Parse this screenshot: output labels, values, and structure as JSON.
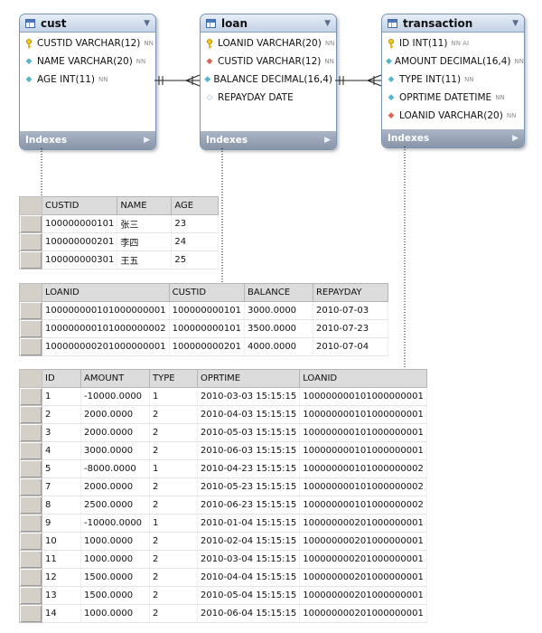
{
  "entities": {
    "cust": {
      "name": "cust",
      "columns": [
        {
          "icon": "primary-key",
          "name": "CUSTID VARCHAR(12)",
          "flag": "NN"
        },
        {
          "icon": "column",
          "name": "NAME VARCHAR(20)",
          "flag": "NN"
        },
        {
          "icon": "column",
          "name": "AGE INT(11)",
          "flag": "NN"
        }
      ],
      "footer": "Indexes"
    },
    "loan": {
      "name": "loan",
      "columns": [
        {
          "icon": "primary-key",
          "name": "LOANID VARCHAR(20)",
          "flag": "NN"
        },
        {
          "icon": "foreign-key",
          "name": "CUSTID VARCHAR(12)",
          "flag": "NN"
        },
        {
          "icon": "column",
          "name": "BALANCE DECIMAL(16,4)",
          "flag": ""
        },
        {
          "icon": "nullable-column",
          "name": "REPAYDAY DATE",
          "flag": ""
        }
      ],
      "footer": "Indexes"
    },
    "transaction": {
      "name": "transaction",
      "columns": [
        {
          "icon": "primary-key",
          "name": "ID INT(11)",
          "flag": "NN AI"
        },
        {
          "icon": "column",
          "name": "AMOUNT DECIMAL(16,4)",
          "flag": "NN"
        },
        {
          "icon": "column",
          "name": "TYPE INT(11)",
          "flag": "NN"
        },
        {
          "icon": "column",
          "name": "OPRTIME DATETIME",
          "flag": "NN"
        },
        {
          "icon": "foreign-key",
          "name": "LOANID VARCHAR(20)",
          "flag": "NN"
        }
      ],
      "footer": "Indexes"
    }
  },
  "tables": {
    "cust": {
      "headers": [
        "CUSTID",
        "NAME",
        "AGE"
      ],
      "rows": [
        [
          "100000000101",
          "张三",
          "23"
        ],
        [
          "100000000201",
          "李四",
          "24"
        ],
        [
          "100000000301",
          "王五",
          "25"
        ]
      ]
    },
    "loan": {
      "headers": [
        "LOANID",
        "CUSTID",
        "BALANCE",
        "REPAYDAY"
      ],
      "rows": [
        [
          "100000000101000000001",
          "100000000101",
          "3000.0000",
          "2010-07-03"
        ],
        [
          "100000000101000000002",
          "100000000101",
          "3500.0000",
          "2010-07-23"
        ],
        [
          "100000000201000000001",
          "100000000201",
          "4000.0000",
          "2010-07-04"
        ]
      ]
    },
    "transaction": {
      "headers": [
        "ID",
        "AMOUNT",
        "TYPE",
        "OPRTIME",
        "LOANID"
      ],
      "rows": [
        [
          "1",
          "-10000.0000",
          "1",
          "2010-03-03 15:15:15",
          "100000000101000000001"
        ],
        [
          "2",
          "2000.0000",
          "2",
          "2010-04-03 15:15:15",
          "100000000101000000001"
        ],
        [
          "3",
          "2000.0000",
          "2",
          "2010-05-03 15:15:15",
          "100000000101000000001"
        ],
        [
          "4",
          "3000.0000",
          "2",
          "2010-06-03 15:15:15",
          "100000000101000000001"
        ],
        [
          "5",
          "-8000.0000",
          "1",
          "2010-04-23 15:15:15",
          "100000000101000000002"
        ],
        [
          "7",
          "2000.0000",
          "2",
          "2010-05-23 15:15:15",
          "100000000101000000002"
        ],
        [
          "8",
          "2500.0000",
          "2",
          "2010-06-23 15:15:15",
          "100000000101000000002"
        ],
        [
          "9",
          "-10000.0000",
          "1",
          "2010-01-04 15:15:15",
          "100000000201000000001"
        ],
        [
          "10",
          "1000.0000",
          "2",
          "2010-02-04 15:15:15",
          "100000000201000000001"
        ],
        [
          "11",
          "1000.0000",
          "2",
          "2010-03-04 15:15:15",
          "100000000201000000001"
        ],
        [
          "12",
          "1500.0000",
          "2",
          "2010-04-04 15:15:15",
          "100000000201000000001"
        ],
        [
          "13",
          "1500.0000",
          "2",
          "2010-05-04 15:15:15",
          "100000000201000000001"
        ],
        [
          "14",
          "1000.0000",
          "2",
          "2010-06-04 15:15:15",
          "100000000201000000001"
        ]
      ]
    }
  },
  "colors": {
    "entity_border": "#7b93b2",
    "primary_key": "#e3b100",
    "column": "#58b6c8",
    "foreign_key": "#d9665a"
  }
}
